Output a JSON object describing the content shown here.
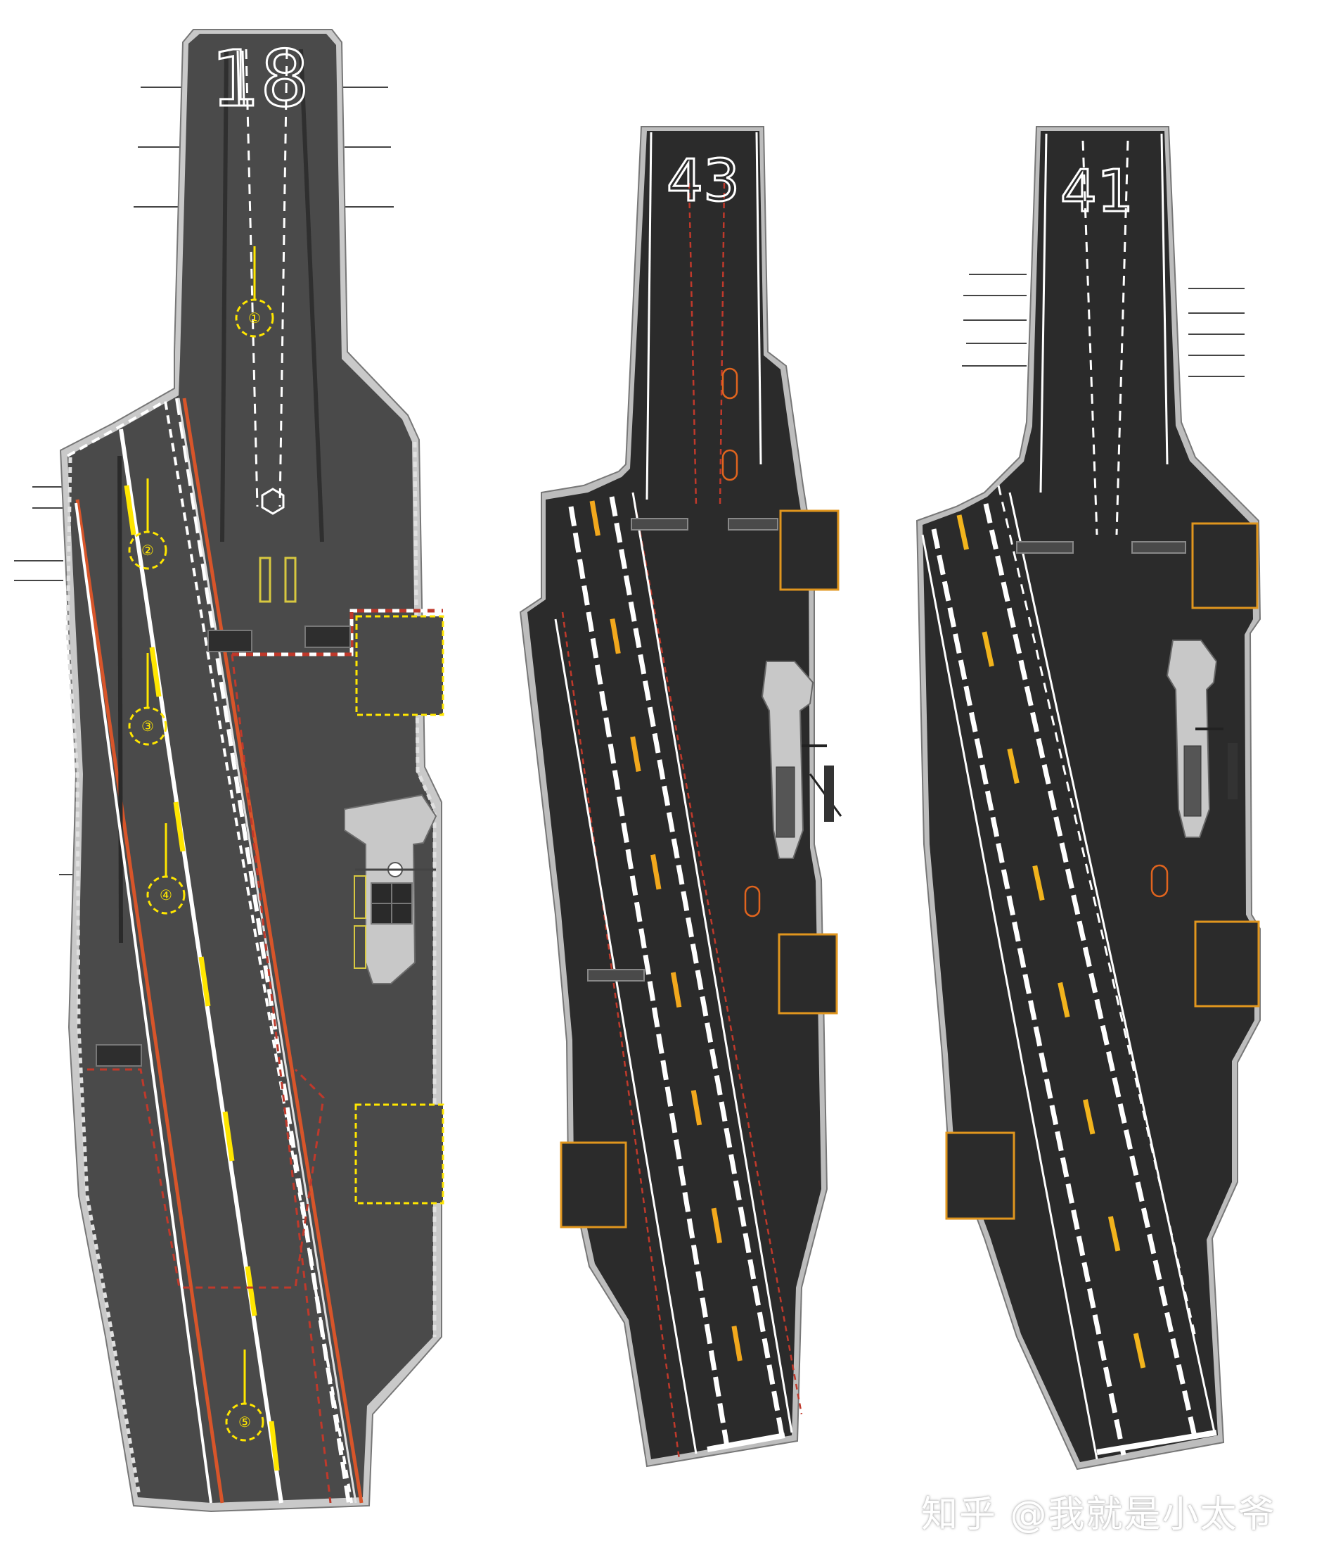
{
  "ships": [
    {
      "id": "ship-18",
      "hull_number": "18",
      "catapult_marks": [
        "①",
        "②",
        "③",
        "④",
        "⑤"
      ],
      "colors": {
        "deck": "#4a4a4a",
        "edge": "#c8c8c8",
        "line": "#ffffff",
        "accent": "#ffe600",
        "foul": "#d8552a"
      }
    },
    {
      "id": "ship-43",
      "hull_number": "43",
      "colors": {
        "deck": "#2b2b2b",
        "edge": "#bdbdbd",
        "line": "#ffffff",
        "accent": "#f2a81d",
        "foul": "#c0392b"
      }
    },
    {
      "id": "ship-41",
      "hull_number": "41",
      "colors": {
        "deck": "#2b2b2b",
        "edge": "#bdbdbd",
        "line": "#ffffff",
        "accent": "#f2b41d",
        "foul": "#c0392b"
      }
    }
  ],
  "watermark": "知乎 @我就是小太爷"
}
